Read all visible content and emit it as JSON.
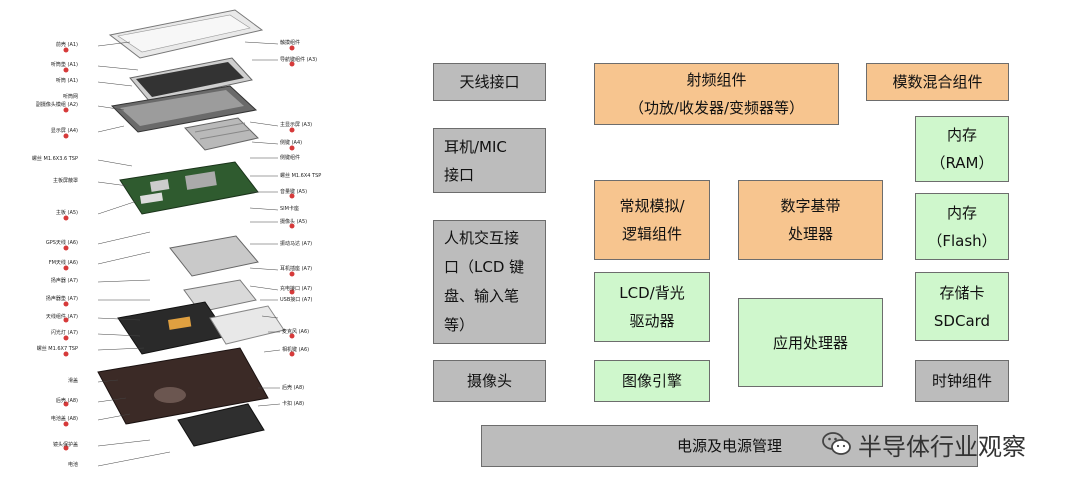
{
  "exploded": {
    "labels_left": [
      "前壳 (A1)",
      "听筒垫 (A1)",
      "听筒 (A1)",
      "听筒网",
      "副摄像头模组 (A2)",
      "显示屏 (A4)",
      "螺丝 M1.6X3.6 TSP",
      "主板屏蔽罩",
      "主板 (A5)",
      "GPS天线 (A6)",
      "FM天线 (A6)",
      "扬声器 (A7)",
      "扬声器垫 (A7)",
      "天线组件 (A7)",
      "闪光灯 (A7)",
      "螺丝 M1.6X7 TSP",
      "滑盖",
      "后壳 (A8)",
      "电池盖 (A8)",
      "镜头保护盖",
      "电池"
    ],
    "labels_right": [
      "触摸组件",
      "导航键组件 (A3)",
      "主显示屏 (A3)",
      "侧键 (A4)",
      "侧键组件",
      "螺丝 M1.6X4 TSP",
      "音量键 (A5)",
      "SIM卡座",
      "摄像头 (A5)",
      "振动马达 (A7)",
      "耳机插座 (A7)",
      "充电接口 (A7)",
      "USB接口 (A7)",
      "麦克风 (A6)",
      "相机键 (A6)",
      "后壳 (A8)",
      "卡扣 (A8)"
    ]
  },
  "blocks": {
    "antenna": "天线接口",
    "rf": "射频组件\n（功放/收发器/变频器等）",
    "mixed": "模数混合组件",
    "headset": "耳机/MIC\n接口",
    "ram": "内存\n（RAM）",
    "logic": "常规模拟/\n逻辑组件",
    "baseband": "数字基带\n处理器",
    "flash": "内存\n（Flash）",
    "hmi": "人机交互接\n口（LCD 键\n盘、输入笔\n等）",
    "lcd": "LCD/背光\n驱动器",
    "app": "应用处理器",
    "sdcard": "存储卡\nSDCard",
    "camera": "摄像头",
    "image": "图像引擎",
    "clock": "时钟组件",
    "power": "电源及电源管理"
  },
  "colors": {
    "gray": "#bcbcbc",
    "orange": "#f7c58f",
    "green": "#cff7cc"
  },
  "watermark": {
    "text": "半导体行业观察",
    "icon": "wechat-icon"
  }
}
